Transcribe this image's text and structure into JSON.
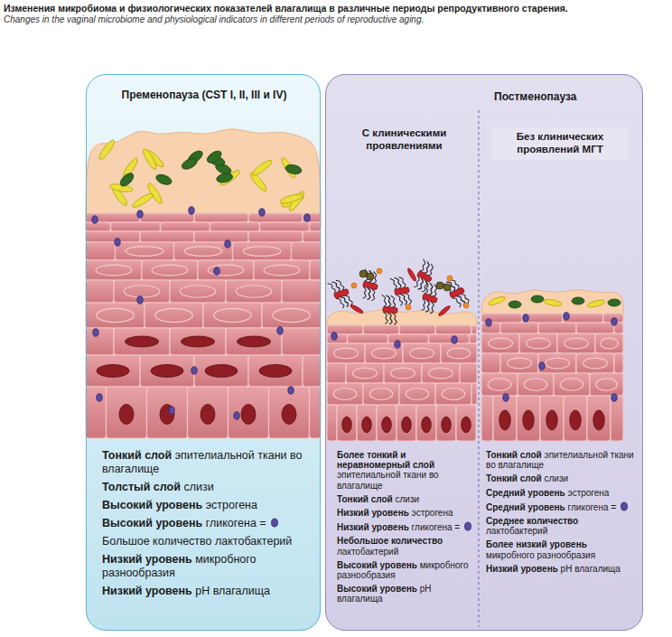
{
  "diagram": {
    "title": "Изменения микробиома и физиологических показателей влагалища в различные периоды репродуктивного старения.",
    "caption": "Changes in the vaginal microbiome and physiological indicators in different periods of reproductive aging.",
    "nodes": [
      {
        "text": [
          "Пременопауза (CST I, II, III и IV)",
          "Тонкий слой эпителиальной ткани во влагалище",
          "Толстый слой слизи",
          "Высокий уровень эстрогена",
          "Высокий уровень гликогена =",
          "Большое количество лактобактерий",
          "Низкий уровень микробного разнообразия",
          "Низкий уровень рН влагалища"
        ]
      },
      {
        "text": [
          "Постменопауза"
        ]
      },
      {
        "text": [
          "С клиническими проявлениями",
          "Более тонкий и неравномерный слой эпителиальной ткани во влагалище",
          "Тонкий слой слизи",
          "Низкий уровень эстрогена",
          "Низкий уровень гликогена =",
          "Небольшое количество лактобактерий",
          "Высокий уровень микробного разнообразия",
          "Высокий уровень рН влагалища"
        ],
        "in": 1
      },
      {
        "text": [
          "Без клинических проявлений МГТ",
          "Тонкий слой эпителиальной ткани во влагалище",
          "Тонкий слой слизи",
          "Средний уровень эстрогена",
          "Средний уровень гликогена =",
          "Среднее количество лактобактерий",
          "Более низкий уровень микробного разнообразия",
          "Низкий уровень рН влагалища"
        ],
        "in": 1
      }
    ]
  }
}
